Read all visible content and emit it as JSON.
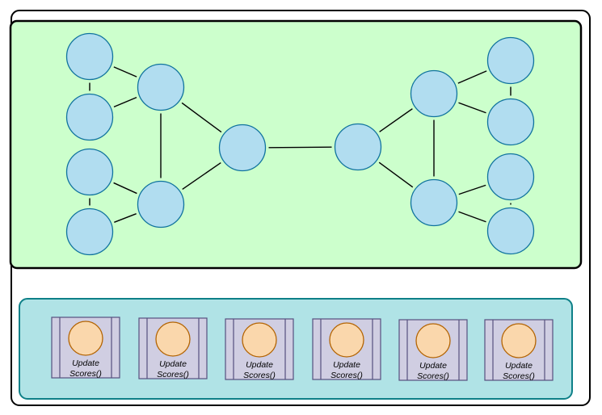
{
  "colors": {
    "graph_panel_fill": "#ccffcc",
    "task_panel_fill": "#b0e3e6",
    "task_panel_stroke": "#0e8088",
    "node_fill": "#b1ddf0",
    "node_stroke": "#10739e",
    "process_fill": "#d0cee2",
    "process_stroke": "#56517e",
    "orb_fill": "#fad7ac",
    "orb_stroke": "#b46504"
  },
  "graph": {
    "nodes": [
      "n1",
      "n2",
      "n3",
      "n4",
      "n5",
      "n6",
      "n7",
      "n8",
      "n9",
      "n10",
      "n11",
      "n12",
      "n13",
      "n14"
    ],
    "edges": [
      [
        "n1",
        "n3"
      ],
      [
        "n2",
        "n3"
      ],
      [
        "n1",
        "n2"
      ],
      [
        "n4",
        "n6"
      ],
      [
        "n5",
        "n6"
      ],
      [
        "n4",
        "n5"
      ],
      [
        "n3",
        "n6"
      ],
      [
        "n3",
        "n7"
      ],
      [
        "n6",
        "n7"
      ],
      [
        "n7",
        "n8"
      ],
      [
        "n8",
        "n9"
      ],
      [
        "n8",
        "n10"
      ],
      [
        "n9",
        "n10"
      ],
      [
        "n9",
        "n11"
      ],
      [
        "n9",
        "n12"
      ],
      [
        "n11",
        "n12"
      ],
      [
        "n10",
        "n13"
      ],
      [
        "n10",
        "n14"
      ],
      [
        "n13",
        "n14"
      ]
    ]
  },
  "tasks": [
    {
      "line1": "Update",
      "line2": "Scores()"
    },
    {
      "line1": "Update",
      "line2": "Scores()"
    },
    {
      "line1": "Update",
      "line2": "Scores()"
    },
    {
      "line1": "Update",
      "line2": "Scores()"
    },
    {
      "line1": "Update",
      "line2": "Scores()"
    },
    {
      "line1": "Update",
      "line2": "Scores()"
    }
  ]
}
